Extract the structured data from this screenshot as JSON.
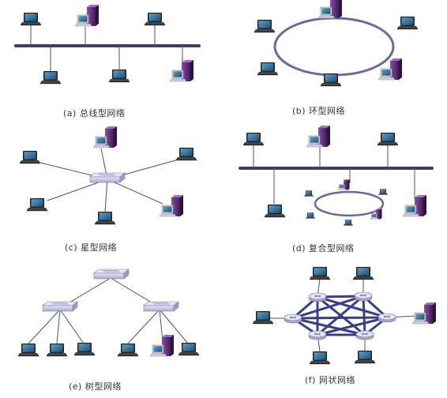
{
  "captions": {
    "a": "(a) 总线型网络",
    "b": "(b) 环型网络",
    "c": "(c) 星型网络",
    "d": "(d) 复合型网络",
    "e": "(e) 树型网络",
    "f": "(f) 网状网络"
  },
  "colors": {
    "bus": "#3d3f6b",
    "ring": "#6a6a9a",
    "mesh": "#3a3d88",
    "link": "#555555",
    "hub": "#c8c8e4",
    "server": "#5a2a72",
    "screen": "#2a6a9a"
  },
  "icons": {
    "computer": "laptop-icon",
    "server": "server-icon",
    "switch": "switch-icon"
  }
}
